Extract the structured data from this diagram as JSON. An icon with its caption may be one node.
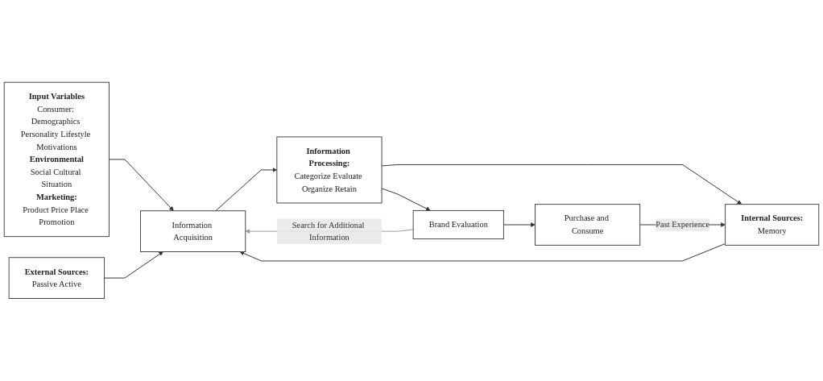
{
  "diagram": {
    "nodes": [
      {
        "text": [
          "Input Variables",
          "Consumer: Demographics Personality Lifestyle Motivations",
          "Environmental",
          "Social Cultural Situation",
          "Marketing:",
          "Product Price Place Promotion"
        ]
      },
      {
        "text": [
          "Information Acquisition"
        ]
      },
      {
        "text": [
          "Information Processing:",
          "Categorize Evaluate Organize Retain"
        ]
      },
      {
        "text": [
          "Brand Evaluation"
        ]
      },
      {
        "text": [
          "Purchase and Consume"
        ]
      },
      {
        "text": [
          "External Sources:",
          "Passive Active"
        ]
      },
      {
        "text": [
          "Internal Sources:",
          "Memory"
        ]
      }
    ],
    "edges": [
      {
        "from": 0,
        "to": 1,
        "arrow": "to"
      },
      {
        "from": 1,
        "to": 2,
        "arrow": "to"
      },
      {
        "from": 2,
        "to": 3,
        "arrow": "to"
      },
      {
        "from": 3,
        "to": 4,
        "arrow": "to"
      },
      {
        "from": 5,
        "to": 1,
        "arrow": "to"
      },
      {
        "from": 6,
        "to": 1,
        "arrow": "to"
      },
      {
        "from": 2,
        "to": 6,
        "arrow": "to"
      },
      {
        "from": 3,
        "to": 1,
        "arrow": "to",
        "label": "Search for Additional Information",
        "color": "#999999"
      },
      {
        "from": 4,
        "to": 6,
        "arrow": "to",
        "label": "Past Experience"
      }
    ]
  }
}
